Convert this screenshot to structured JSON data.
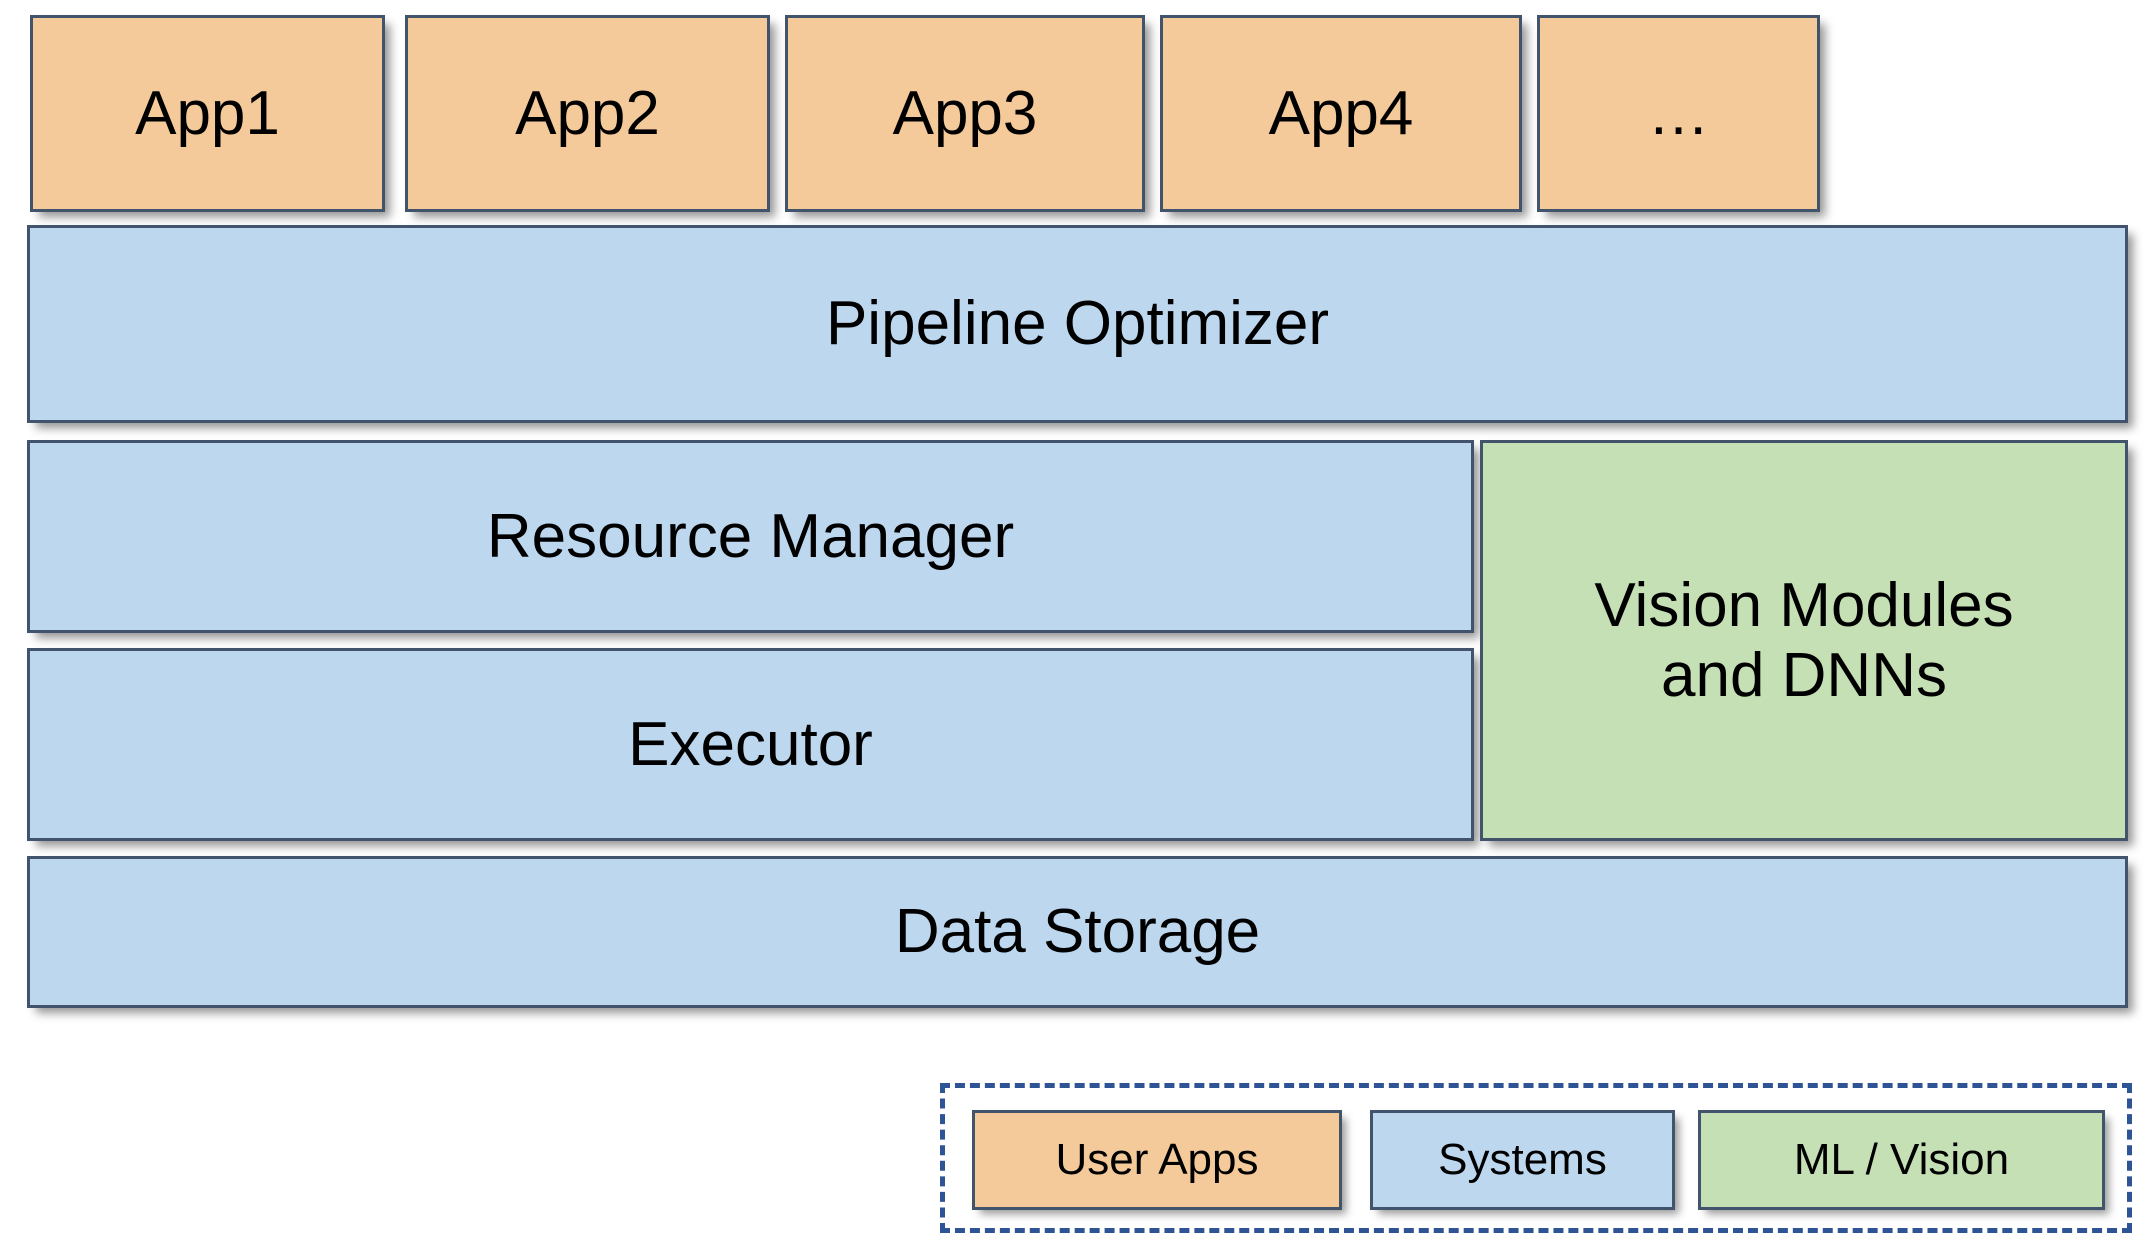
{
  "diagram": {
    "title": "System stack architecture diagram",
    "colors": {
      "user_apps_fill": "#F5CA9A",
      "systems_fill": "#BDD7EE",
      "ml_vision_fill": "#C5E0B4",
      "box_border": "#41546B",
      "legend_border": "#2F5496",
      "text": "#000000",
      "background": "#FFFFFF"
    },
    "app_row": [
      {
        "label": "App1",
        "category": "User Apps"
      },
      {
        "label": "App2",
        "category": "User Apps"
      },
      {
        "label": "App3",
        "category": "User Apps"
      },
      {
        "label": "App4",
        "category": "User Apps"
      },
      {
        "label": "…",
        "category": "User Apps"
      }
    ],
    "layers": [
      {
        "label": "Pipeline Optimizer",
        "category": "Systems"
      },
      {
        "label": "Resource Manager",
        "category": "Systems"
      },
      {
        "label": "Executor",
        "category": "Systems"
      },
      {
        "label": "Data Storage",
        "category": "Systems"
      }
    ],
    "side_module": {
      "label": "Vision Modules\nand DNNs",
      "category": "ML / Vision"
    },
    "legend": {
      "items": [
        {
          "label": "User Apps",
          "swatch": "#F5CA9A"
        },
        {
          "label": "Systems",
          "swatch": "#BDD7EE"
        },
        {
          "label": "ML / Vision",
          "swatch": "#C5E0B4"
        }
      ]
    }
  }
}
